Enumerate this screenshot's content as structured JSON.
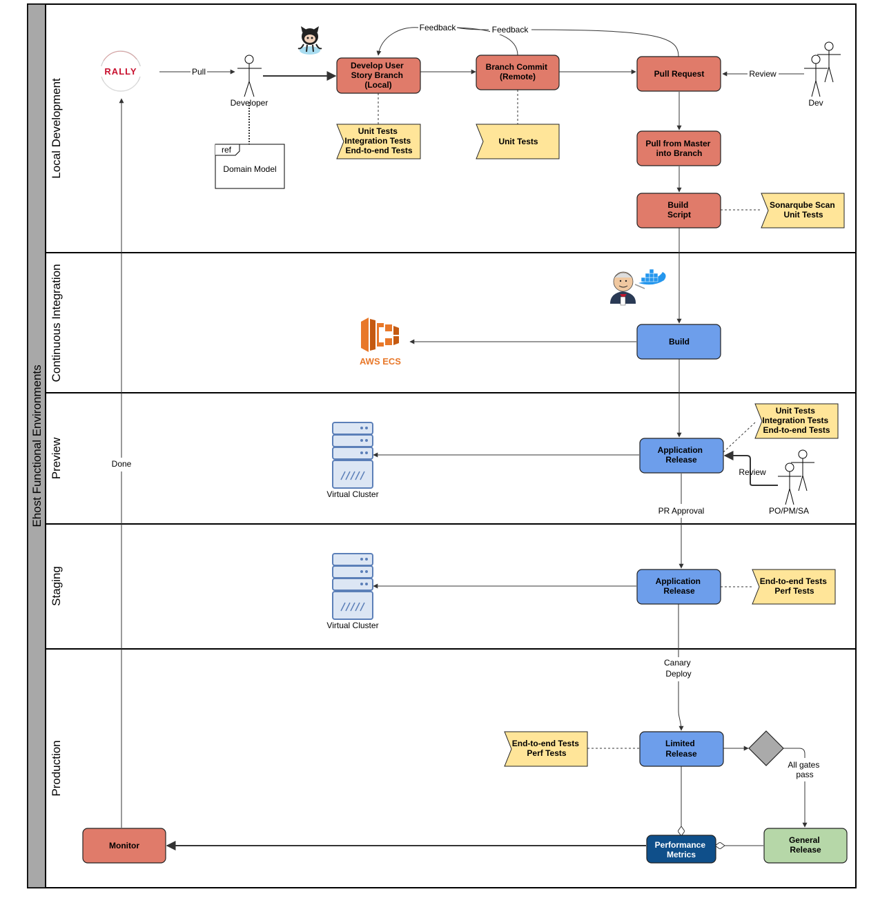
{
  "diagram": {
    "pool_title": "Ehost Functional Environments",
    "lanes": {
      "local": "Local Development",
      "ci": "Continuous Integration",
      "preview": "Preview",
      "staging": "Staging",
      "production": "Production"
    },
    "actors": {
      "developer": "Developer",
      "dev": "Dev",
      "popmsa": "PO/PM/SA"
    },
    "logos": {
      "rally": "RALLY",
      "aws_ecs": "AWS ECS"
    },
    "domain_model": {
      "tag": "ref",
      "label": "Domain Model"
    },
    "process": {
      "develop_branch": [
        "Develop User",
        "Story Branch",
        "(Local)"
      ],
      "branch_commit": [
        "Branch Commit",
        "(Remote)"
      ],
      "pull_request": [
        "Pull Request"
      ],
      "pull_master": [
        "Pull from Master",
        "into Branch"
      ],
      "build_script": [
        "Build",
        "Script"
      ],
      "build": [
        "Build"
      ],
      "app_release_preview": [
        "Application",
        "Release"
      ],
      "app_release_staging": [
        "Application",
        "Release"
      ],
      "limited_release": [
        "Limited",
        "Release"
      ],
      "performance_metrics": [
        "Performance",
        "Metrics"
      ],
      "general_release": [
        "General",
        "Release"
      ],
      "monitor": [
        "Monitor"
      ]
    },
    "notes": {
      "tests_local": [
        "Unit Tests",
        "Integration Tests",
        "End-to-end Tests"
      ],
      "tests_commit": [
        "Unit Tests"
      ],
      "tests_sonar": [
        "Sonarqube Scan",
        "Unit Tests"
      ],
      "tests_preview": [
        "Unit Tests",
        "Integration Tests",
        "End-to-end Tests"
      ],
      "tests_staging": [
        "End-to-end Tests",
        "Perf Tests"
      ],
      "tests_prod": [
        "End-to-end Tests",
        "Perf Tests"
      ]
    },
    "edge_labels": {
      "pull": "Pull",
      "feedback1": "Feedback",
      "feedback2": "Feedback",
      "review_dev": "Review",
      "review_po": "Review",
      "pr_approval": "PR Approval",
      "canary": [
        "Canary",
        "Deploy"
      ],
      "all_gates": [
        "All gates",
        "pass"
      ],
      "done": "Done"
    },
    "servers": {
      "preview": "Virtual Cluster",
      "staging": "Virtual Cluster"
    },
    "colors": {
      "red_box": "#e07b6a",
      "blue_box": "#6d9eeb",
      "dark_blue_box": "#0f4f8a",
      "green_box": "#b6d7a8",
      "note_yellow": "#ffe599",
      "pool_header": "#a8a8a8",
      "server_blue": "#5b7fb8",
      "server_fill": "#dce6f4",
      "aws_orange": "#e8782a"
    }
  }
}
